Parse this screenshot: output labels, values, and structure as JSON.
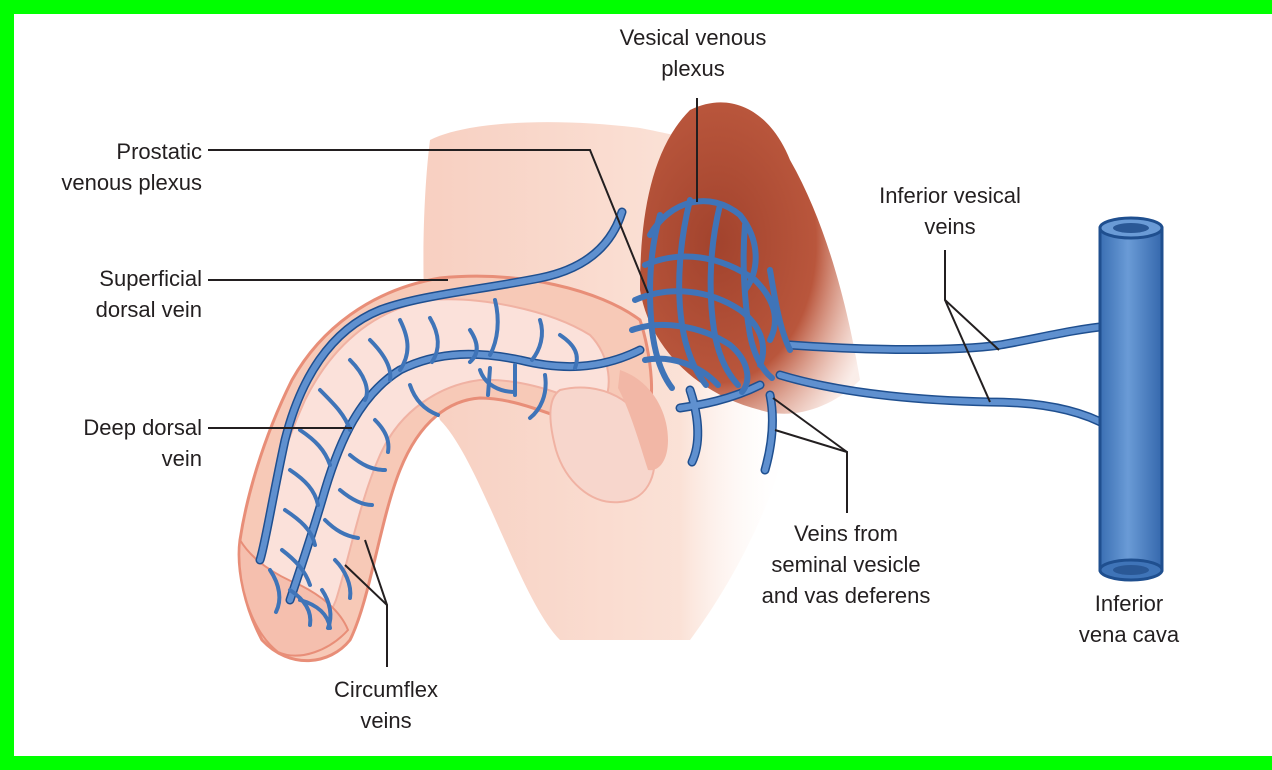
{
  "figure": {
    "frame_color": "#00ff00",
    "skin_color": "#f6c7b6",
    "skin_edge_color": "#e98f7a",
    "bladder_color": "#b8533a",
    "vein_color": "#4a7fc1",
    "vein_edge_color": "#1f4f8f",
    "ivc_color": "#4f86c8"
  },
  "labels": {
    "vesical_plexus": [
      "Vesical venous",
      "plexus"
    ],
    "prostatic_plexus": [
      "Prostatic",
      "venous plexus"
    ],
    "superficial_dorsal": [
      "Superficial",
      "dorsal vein"
    ],
    "deep_dorsal": [
      "Deep dorsal",
      "vein"
    ],
    "inferior_vesical": [
      "Inferior vesical",
      "veins"
    ],
    "seminal": [
      "Veins from",
      "seminal vesicle",
      "and vas deferens"
    ],
    "circumflex": [
      "Circumflex",
      "veins"
    ],
    "ivc": [
      "Inferior",
      "vena cava"
    ]
  }
}
